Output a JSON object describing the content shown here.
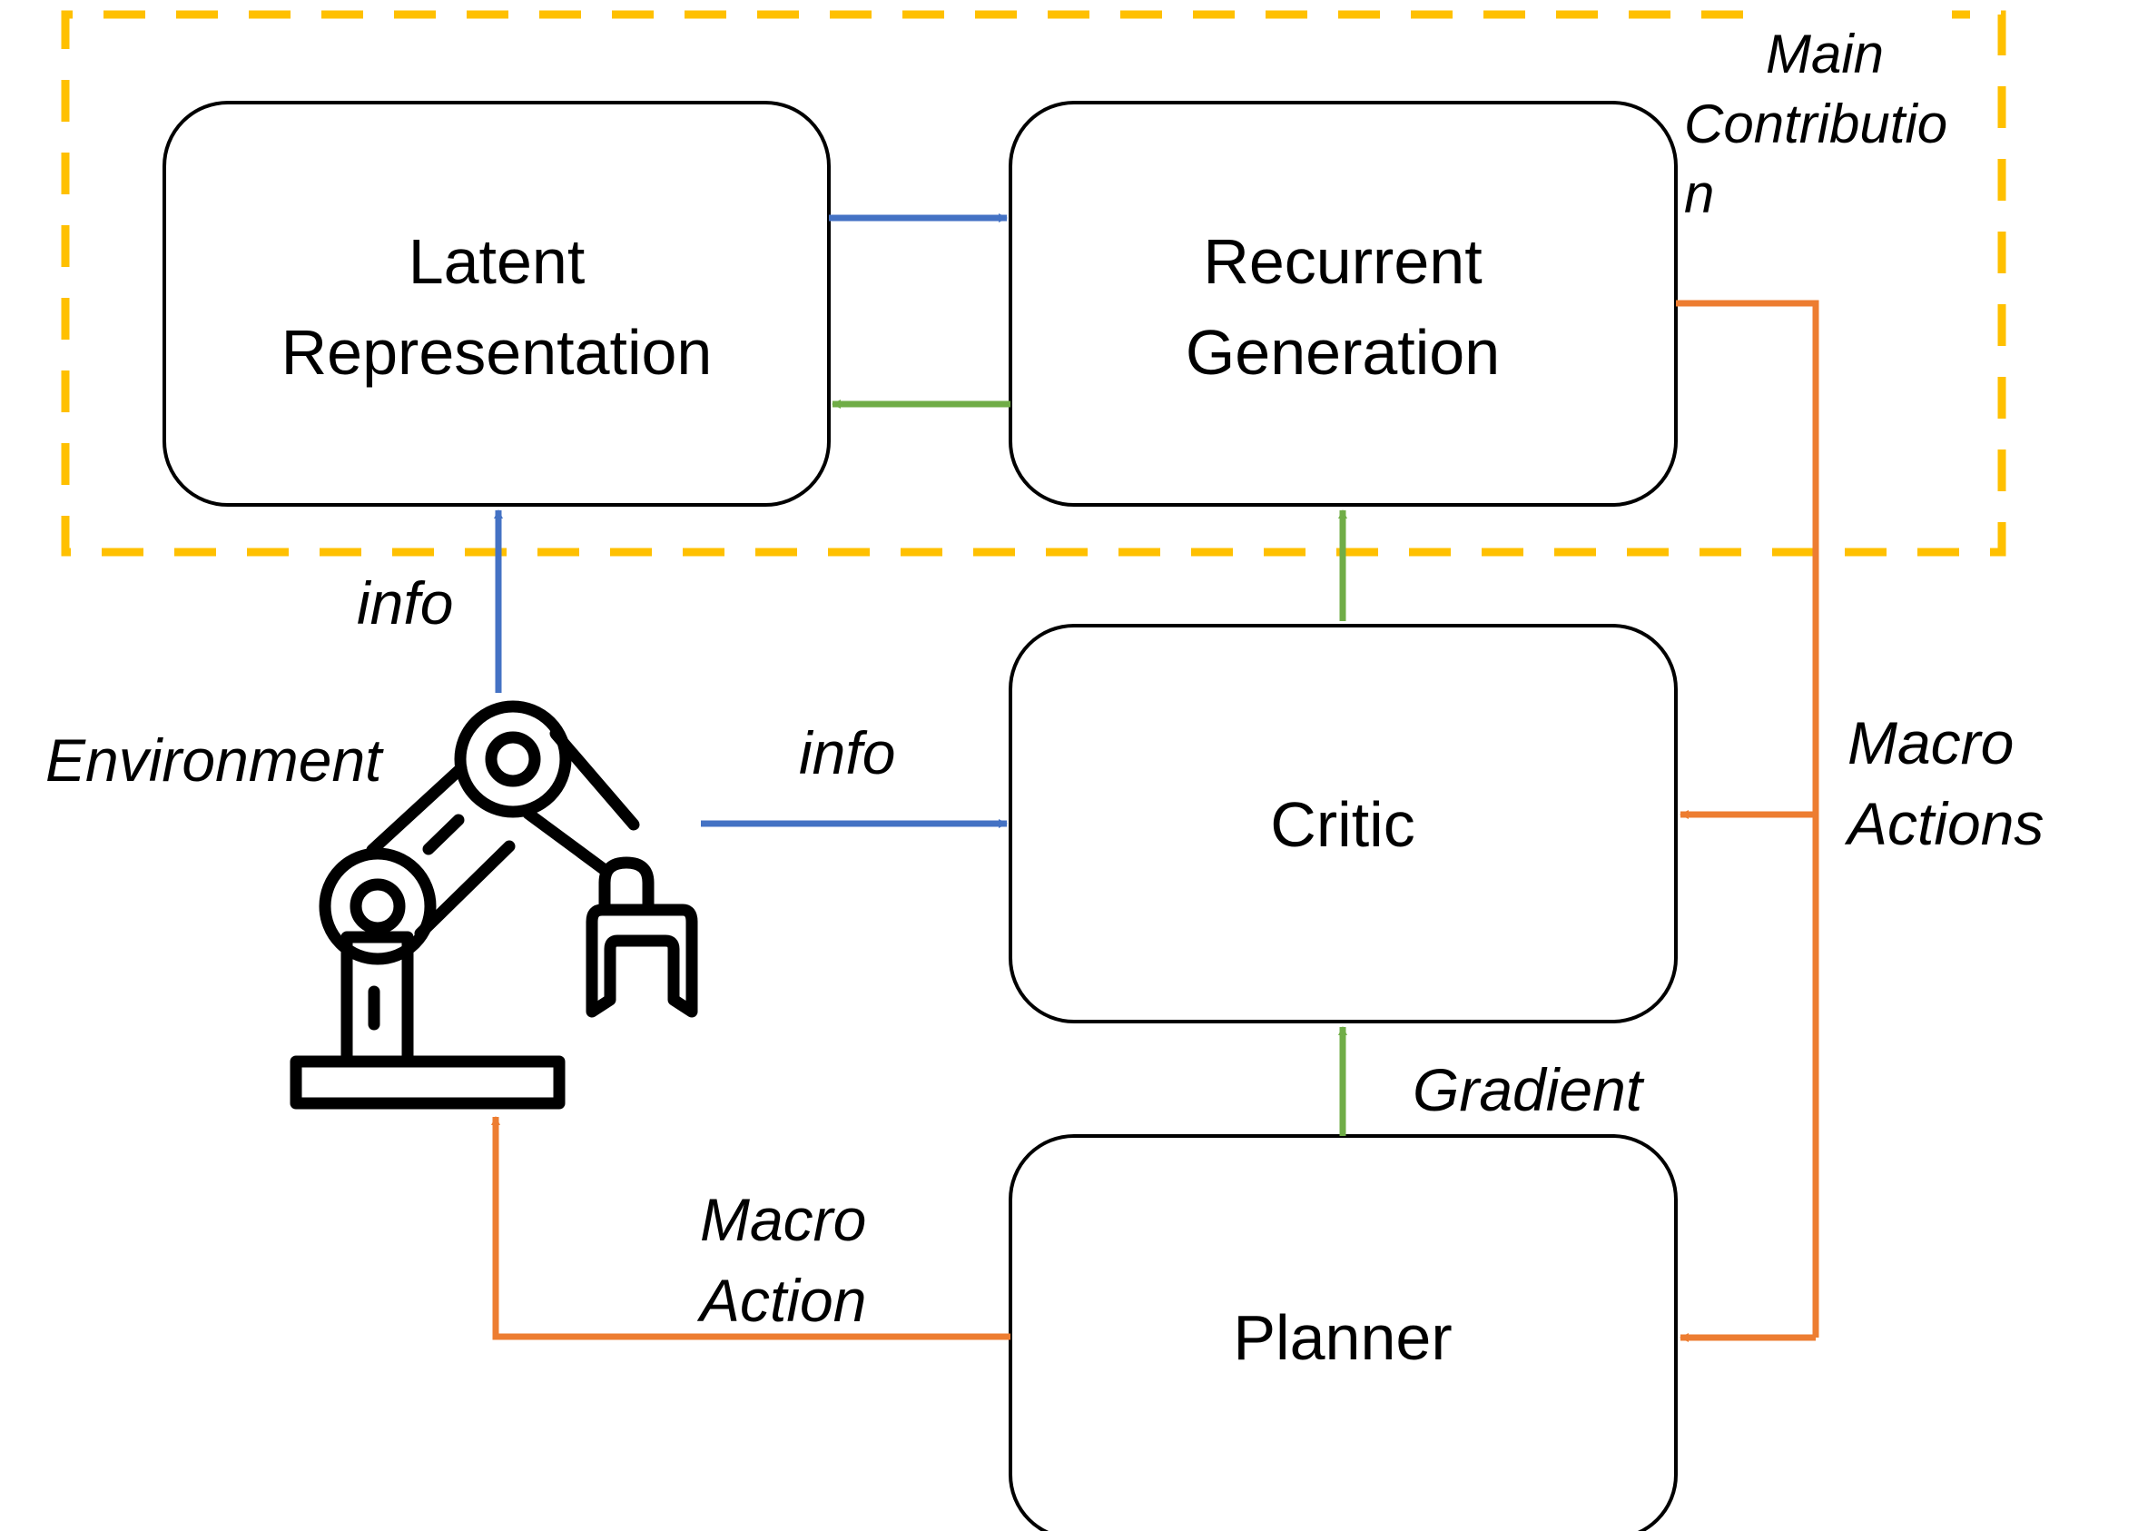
{
  "colors": {
    "blue": "#4472C4",
    "green": "#70AD47",
    "orange": "#ED7D31",
    "dashed_border": "#FFC000",
    "box_stroke": "#000000"
  },
  "boxes": {
    "latent": {
      "line1": "Latent",
      "line2": "Representation"
    },
    "recurrent": {
      "line1": "Recurrent",
      "line2": "Generation"
    },
    "critic": {
      "label": "Critic"
    },
    "planner": {
      "label": "Planner"
    }
  },
  "main_contribution": {
    "line1": "Main",
    "line2": "Contributio",
    "line3": "n"
  },
  "labels": {
    "info_up": "info",
    "info_right": "info",
    "environment": "Environment",
    "gradient": "Gradient",
    "macro_action_line1": "Macro",
    "macro_action_line2": "Action",
    "macro_actions_line1": "Macro",
    "macro_actions_line2": "Actions"
  },
  "icons": {
    "environment": "robot-arm-icon"
  }
}
